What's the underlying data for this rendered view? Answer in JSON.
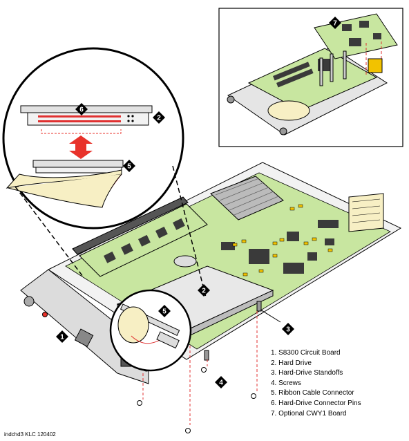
{
  "callouts": {
    "c1": "1",
    "c2a": "2",
    "c2b": "2",
    "c3": "3",
    "c4": "4",
    "c5a": "5",
    "c5b": "5",
    "c6": "6",
    "c7": "7"
  },
  "legend": [
    "1. S8300 Circuit Board",
    "2. Hard Drive",
    "3. Hard-Drive Standoffs",
    "4. Screws",
    "5. Ribbon Cable Connector",
    "6. Hard-Drive Connector Pins",
    "7. Optional CWY1 Board"
  ],
  "caption": "indchd3 KLC 120402",
  "colors": {
    "board_green": "#c8e6a0",
    "chip_dark": "#3a3a3a",
    "chip_amber": "#f2c200",
    "cable_tan": "#f7efc4",
    "arrow_red": "#e8322a",
    "guide_red": "#e03030"
  }
}
